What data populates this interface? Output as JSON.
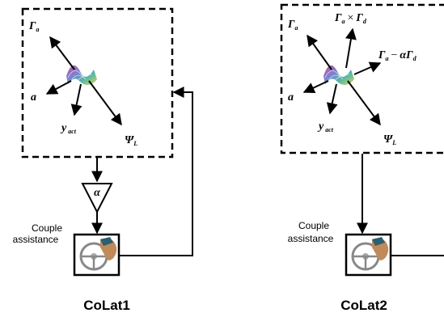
{
  "colat1": {
    "caption": "CoLat1",
    "couple_label_line1": "Couple",
    "couple_label_line2": "assistance",
    "gain_symbol": "α",
    "outputs": [
      {
        "main": "Γ",
        "sub": "a"
      },
      {
        "main": "a",
        "sub": ""
      },
      {
        "main": "y",
        "sub": "act"
      },
      {
        "main": "Ψ",
        "sub": "L"
      }
    ]
  },
  "colat2": {
    "caption": "CoLat2",
    "couple_label_line1": "Couple",
    "couple_label_line2": "assistance",
    "outputs": [
      {
        "main": "Γ",
        "sub": "a"
      },
      {
        "main": "Γ",
        "sub": "a",
        "op": "×",
        "main2": "Γ",
        "sub2": "d"
      },
      {
        "main": "Γ",
        "sub": "a",
        "op": "−",
        "coef": "α",
        "main2": "Γ",
        "sub2": "d"
      },
      {
        "main": "a",
        "sub": ""
      },
      {
        "main": "y",
        "sub": "act"
      },
      {
        "main": "Ψ",
        "sub": "L"
      }
    ]
  },
  "colors": {
    "line": "#000000",
    "wave_a": "#c04080",
    "wave_b": "#40a0c0",
    "wave_c": "#e0c040"
  },
  "icons": [
    "surface-plot-icon",
    "steering-wheel-icon",
    "hand-icon"
  ]
}
